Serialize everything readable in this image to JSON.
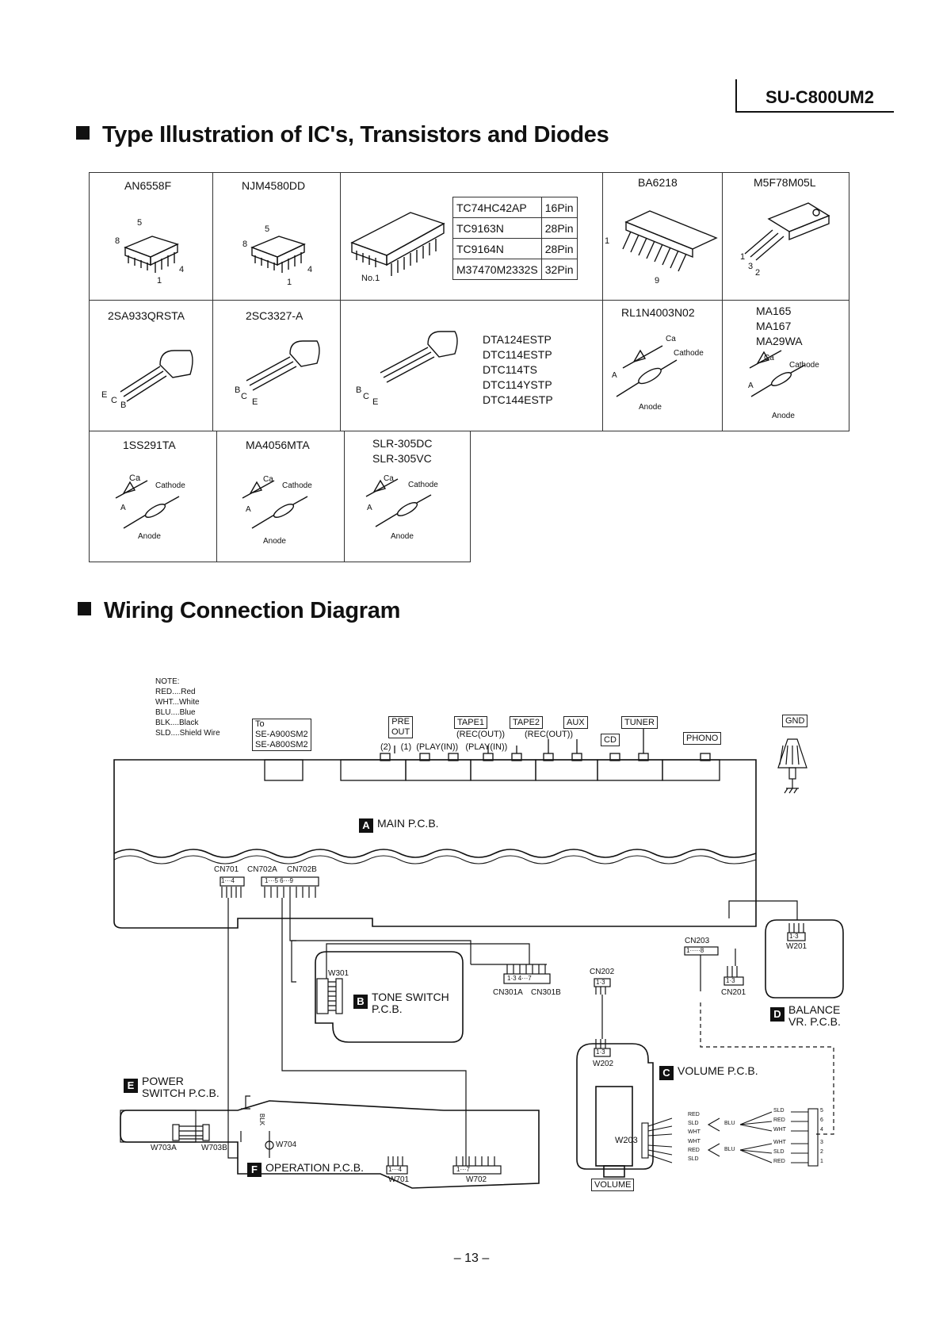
{
  "model": "SU-C800UM2",
  "section1_title": "Type Illustration of IC's, Transistors and Diodes",
  "section2_title": "Wiring Connection Diagram",
  "parts": {
    "an6558f": "AN6558F",
    "njm4580dd": "NJM4580DD",
    "ba6218": "BA6218",
    "m5f78m05l": "M5F78M05L",
    "q2sa933": "2SA933QRSTA",
    "q2sc3327": "2SC3327-A",
    "rl1n4003": "RL1N4003N02",
    "ma_list": "MA165\nMA167\nMA29WA",
    "dta_list": "DTA124ESTP\nDTC114ESTP\nDTC114TS\nDTC114YSTP\nDTC144ESTP",
    "s1ss291": "1SS291TA",
    "ma4056": "MA4056MTA",
    "slr_list": "SLR-305DC\nSLR-305VC"
  },
  "pin_table": [
    {
      "part": "TC74HC42AP",
      "pins": "16Pin"
    },
    {
      "part": "TC9163N",
      "pins": "28Pin"
    },
    {
      "part": "TC9164N",
      "pins": "28Pin"
    },
    {
      "part": "M37470M2332S",
      "pins": "32Pin"
    }
  ],
  "pin_labels": {
    "ic_8": "8",
    "ic_5": "5",
    "ic_4": "4",
    "ic_1": "1",
    "no1": "No.1",
    "sip_1": "1",
    "sip_9": "9",
    "reg_1": "1",
    "reg_2": "2",
    "reg_3": "3",
    "e": "E",
    "c": "C",
    "b": "B",
    "ca": "Ca",
    "a": "A",
    "cathode": "Cathode",
    "anode": "Anode"
  },
  "note": "NOTE:\nRED....Red\nWHT...White\nBLU....Blue\nBLK....Black\nSLD....Shield Wire",
  "to_label": "To\nSE-A900SM2\nSE-A800SM2",
  "jacks": {
    "pre_out": "PRE\nOUT",
    "tape1": "TAPE1",
    "tape2": "TAPE2",
    "aux": "AUX",
    "tuner": "TUNER",
    "cd": "CD",
    "phono": "PHONO",
    "gnd": "GND",
    "rec_out1": "(REC(OUT))",
    "rec_out2": "(REC(OUT))",
    "play_row": "(2)    (1)  (PLAY(IN))   (PLAY(IN))"
  },
  "boards": {
    "a_letter": "A",
    "a_name": "MAIN P.C.B.",
    "b_letter": "B",
    "b_name": "TONE SWITCH\nP.C.B.",
    "c_letter": "C",
    "c_name": "VOLUME P.C.B.",
    "d_letter": "D",
    "d_name": "BALANCE\nVR. P.C.B.",
    "e_letter": "E",
    "e_name": "POWER\nSWITCH P.C.B.",
    "f_letter": "F",
    "f_name": "OPERATION P.C.B."
  },
  "connectors": {
    "cn701": "CN701",
    "cn702a": "CN702A",
    "cn702b": "CN702B",
    "cn301a": "CN301A",
    "cn301b": "CN301B",
    "cn202": "CN202",
    "cn203": "CN203",
    "cn201": "CN201",
    "w301": "W301",
    "w201": "W201",
    "w202": "W202",
    "w203": "W203",
    "w701": "W701",
    "w702": "W702",
    "w703a": "W703A",
    "w703b": "W703B",
    "w704": "W704",
    "volume_box": "VOLUME",
    "blk": "BLK"
  },
  "pinranges": {
    "cn701": "1···4",
    "cn702": "1···5 6···9",
    "cn301": "1·3 4···7",
    "r13": "1·3",
    "r18": "1·····8",
    "r14": "1···4",
    "r17": "1···7"
  },
  "wire_colors": {
    "left": [
      "RED",
      "SLD",
      "WHT",
      "WHT",
      "RED",
      "SLD"
    ],
    "blu": "BLU",
    "right": [
      "SLD",
      "RED",
      "WHT",
      "WHT",
      "SLD",
      "RED"
    ],
    "right_pins": [
      "5",
      "6",
      "4",
      "3",
      "2",
      "1"
    ]
  },
  "page_number": "– 13 –"
}
